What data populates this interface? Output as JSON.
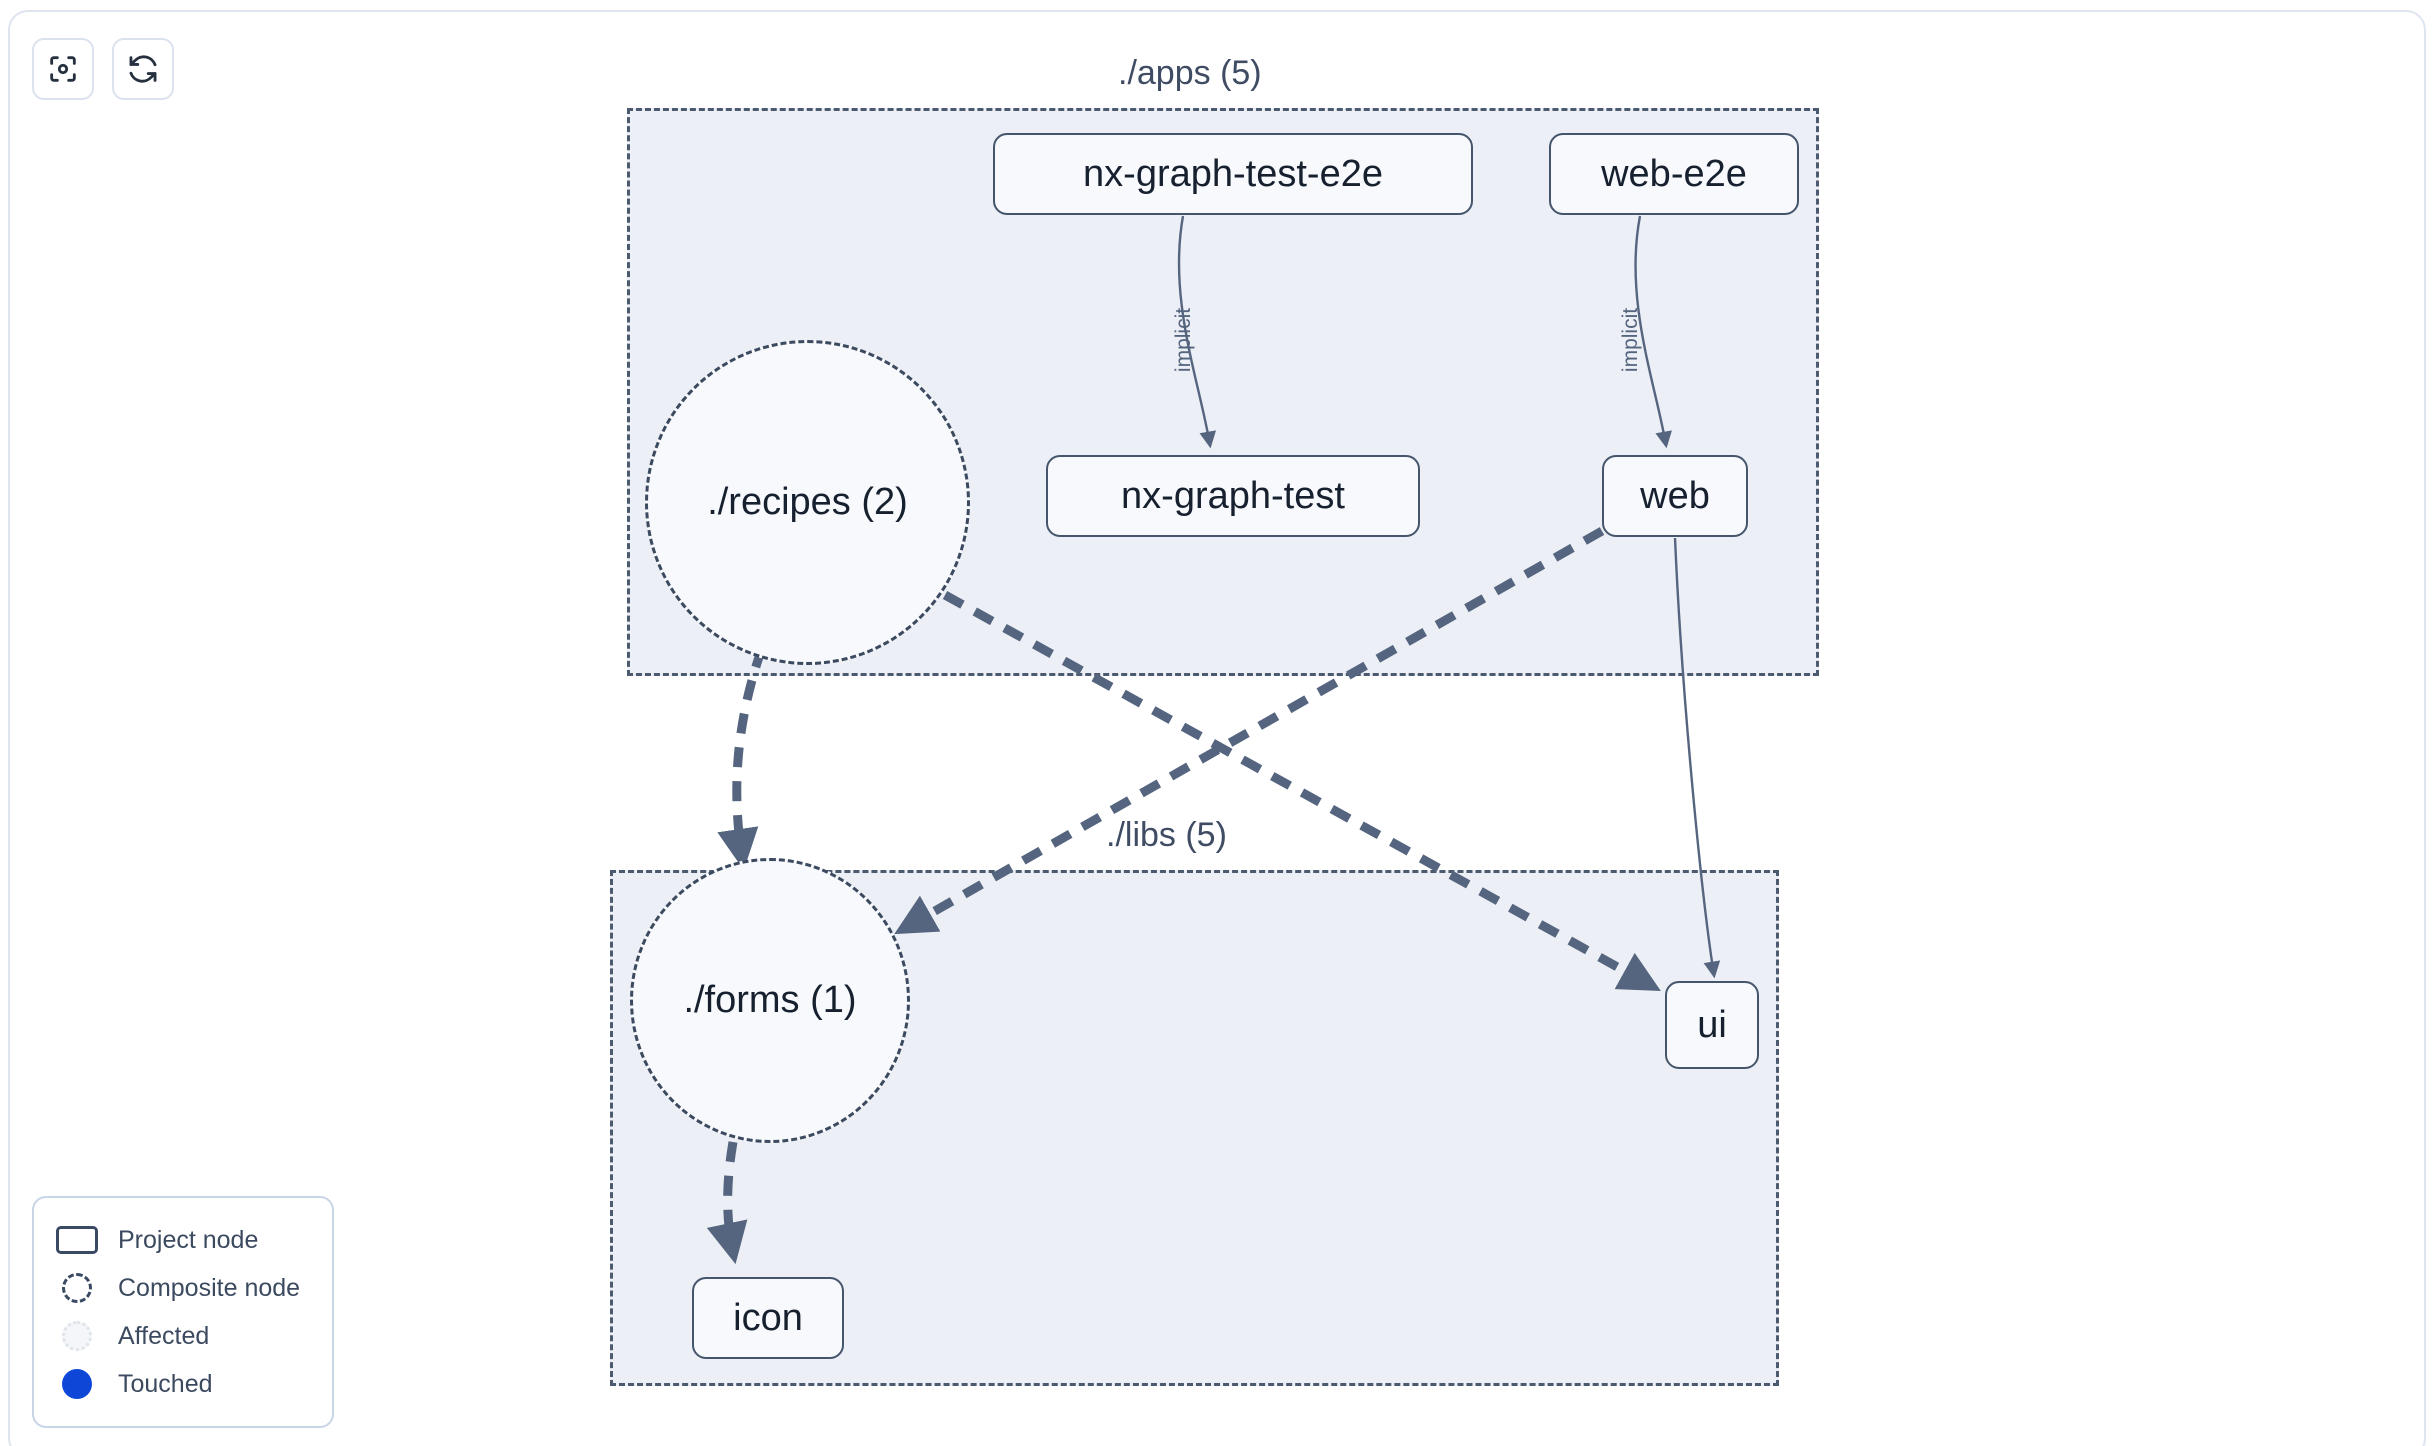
{
  "toolbar": {
    "buttons": [
      {
        "name": "focus-graph-button",
        "icon": "focus-target-icon",
        "label": ""
      },
      {
        "name": "refresh-graph-button",
        "icon": "refresh-icon",
        "label": ""
      }
    ]
  },
  "graph": {
    "groups": [
      {
        "id": "apps",
        "label": "./apps (5)"
      },
      {
        "id": "libs",
        "label": "./libs (5)"
      }
    ],
    "nodes": [
      {
        "id": "nx-graph-test-e2e",
        "label": "nx-graph-test-e2e",
        "type": "project",
        "group": "apps"
      },
      {
        "id": "web-e2e",
        "label": "web-e2e",
        "type": "project",
        "group": "apps"
      },
      {
        "id": "nx-graph-test",
        "label": "nx-graph-test",
        "type": "project",
        "group": "apps"
      },
      {
        "id": "web",
        "label": "web",
        "type": "project",
        "group": "apps"
      },
      {
        "id": "recipes",
        "label": "./recipes (2)",
        "type": "composite",
        "group": "apps"
      },
      {
        "id": "forms",
        "label": "./forms (1)",
        "type": "composite",
        "group": "libs"
      },
      {
        "id": "ui",
        "label": "ui",
        "type": "project",
        "group": "libs"
      },
      {
        "id": "icon",
        "label": "icon",
        "type": "project",
        "group": "libs"
      }
    ],
    "edges": [
      {
        "source": "nx-graph-test-e2e",
        "target": "nx-graph-test",
        "label": "implicit",
        "style": "solid"
      },
      {
        "source": "web-e2e",
        "target": "web",
        "label": "implicit",
        "style": "solid"
      },
      {
        "source": "web",
        "target": "ui",
        "label": "",
        "style": "solid"
      },
      {
        "source": "web",
        "target": "forms",
        "label": "",
        "style": "dashed"
      },
      {
        "source": "recipes",
        "target": "ui",
        "label": "",
        "style": "dashed"
      },
      {
        "source": "recipes",
        "target": "forms",
        "label": "",
        "style": "dashed"
      },
      {
        "source": "forms",
        "target": "icon",
        "label": "",
        "style": "dashed"
      }
    ],
    "edge_labels": {
      "nx_graph_test_implicit": "implicit",
      "web_implicit": "implicit"
    }
  },
  "legend": {
    "items": [
      {
        "swatch": "project-node-swatch",
        "label": "Project node"
      },
      {
        "swatch": "composite-node-swatch",
        "label": "Composite node"
      },
      {
        "swatch": "affected-swatch",
        "label": "Affected"
      },
      {
        "swatch": "touched-swatch",
        "label": "Touched"
      }
    ]
  },
  "colors": {
    "group_fill": "#eceff5",
    "group_border": "#4c5a70",
    "node_fill": "#f7f9fc",
    "node_border": "#45556c",
    "edge": "#55657f",
    "touched": "#0e47d8",
    "text": "#16202f"
  }
}
